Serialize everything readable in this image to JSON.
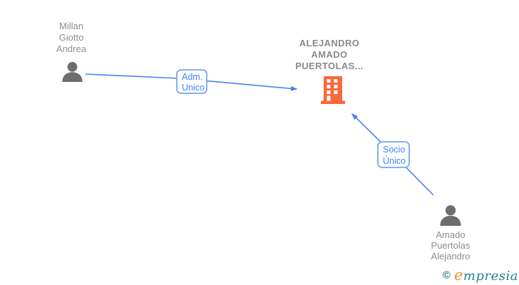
{
  "diagram": {
    "nodes": [
      {
        "type": "person",
        "label": "Millan Giotto Andrea",
        "lines": [
          "Millan",
          "Giotto",
          "Andrea"
        ]
      },
      {
        "type": "company",
        "label": "ALEJANDRO AMADO PUERTOLAS...",
        "lines": [
          "ALEJANDRO",
          "AMADO",
          "PUERTOLAS..."
        ]
      },
      {
        "type": "person",
        "label": "Amado Puertolas Alejandro",
        "lines": [
          "Amado",
          "Puertolas",
          "Alejandro"
        ]
      }
    ],
    "edges": [
      {
        "label": "Adm. Unico",
        "lines": [
          "Adm.",
          "Unico"
        ],
        "from": "Millan Giotto Andrea",
        "to": "ALEJANDRO AMADO PUERTOLAS..."
      },
      {
        "label": "Socio Único",
        "lines": [
          "Socio",
          "Único"
        ],
        "from": "Amado Puertolas Alejandro",
        "to": "ALEJANDRO AMADO PUERTOLAS..."
      }
    ]
  },
  "watermark": {
    "copyright_symbol": "©",
    "brand_initial": "e",
    "brand_rest": "mpresia",
    "brand": "empresia"
  },
  "colors": {
    "background": "#ffffff",
    "edge_blue": "#4285f4",
    "edge_label_border": "#85aff2",
    "edge_label_text": "#4285f4",
    "node_text_gray": "#8e8e8e",
    "person_icon_gray": "#6e6e6e",
    "company_icon_orange": "#f6693c",
    "logo_teal": "#27808f",
    "logo_orange": "#f0912f"
  }
}
